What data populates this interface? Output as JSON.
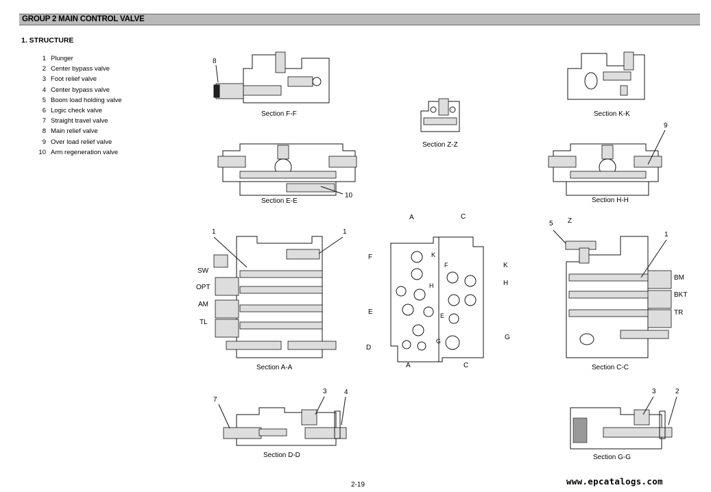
{
  "header": {
    "title": "GROUP  2  MAIN CONTROL VALVE"
  },
  "section": {
    "heading": "1. STRUCTURE"
  },
  "parts": [
    {
      "num": "1",
      "name": "Plunger"
    },
    {
      "num": "2",
      "name": "Center bypass valve"
    },
    {
      "num": "3",
      "name": "Foot relief valve"
    },
    {
      "num": "4",
      "name": "Center bypass valve"
    },
    {
      "num": "5",
      "name": "Boom load holding valve"
    },
    {
      "num": "6",
      "name": "Logic check valve"
    },
    {
      "num": "7",
      "name": "Straight travel valve"
    },
    {
      "num": "8",
      "name": "Main relief valve"
    },
    {
      "num": "9",
      "name": "Over load relief valve"
    },
    {
      "num": "10",
      "name": "Arm regeneration valve"
    }
  ],
  "captions": {
    "ff": "Section F-F",
    "kk": "Section K-K",
    "zz": "Section Z-Z",
    "ee": "Section E-E",
    "hh": "Section H-H",
    "aa": "Section A-A",
    "cc": "Section C-C",
    "dd": "Section D-D",
    "gg": "Section G-G"
  },
  "callouts": {
    "n8": "8",
    "n9": "9",
    "n10": "10",
    "n1a": "1",
    "n1b": "1",
    "n1c": "1",
    "n5": "5",
    "z": "Z",
    "n7": "7",
    "n3a": "3",
    "n4": "4",
    "n3b": "3",
    "n2": "2"
  },
  "port_labels": {
    "sw": "SW",
    "opt": "OPT",
    "am": "AM",
    "tl": "TL",
    "bm": "BM",
    "bkt": "BKT",
    "tr": "TR"
  },
  "cut_labels": {
    "a_top": "A",
    "c_top": "C",
    "a_bot": "A",
    "c_bot": "C",
    "f": "F",
    "e": "E",
    "d": "D",
    "k": "K",
    "h": "H",
    "g": "G",
    "k_in": "K",
    "f_in": "F",
    "h_in": "H",
    "e_in": "E",
    "g_in": "G"
  },
  "footer": {
    "page": "2-19",
    "site": "www.epcatalogs.com"
  }
}
